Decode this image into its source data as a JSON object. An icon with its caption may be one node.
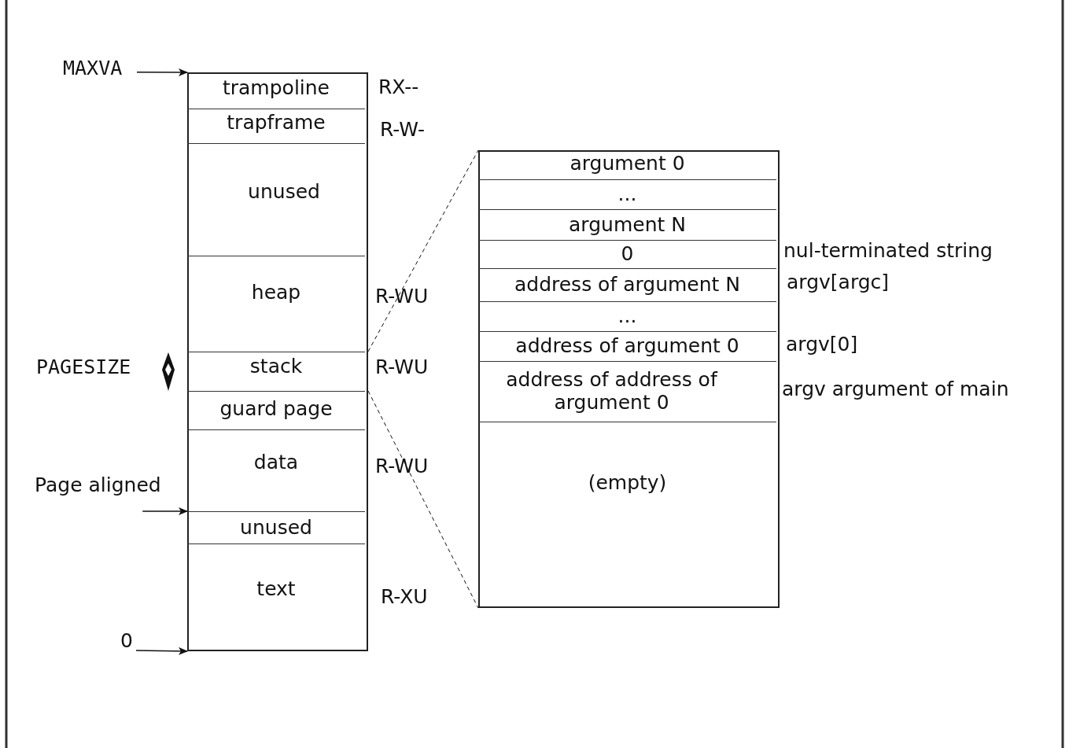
{
  "diagram": {
    "nodes": [
      {
        "text": [
          "MAXVA"
        ]
      },
      {
        "text": [
          "Page aligned"
        ]
      },
      {
        "text": [
          "0"
        ]
      },
      {
        "text": [],
        "shape": "box"
      },
      {
        "text": [
          "trampoline"
        ],
        "in": 3
      },
      {
        "text": [
          "trapframe"
        ],
        "in": 3,
        "beside": [
          "R-W-"
        ]
      },
      {
        "text": [
          "unused"
        ],
        "in": 3
      },
      {
        "text": [
          "heap"
        ],
        "in": 3,
        "beside": [
          "R-WU"
        ]
      },
      {
        "text": [
          "stack"
        ],
        "in": 3,
        "beside": [
          "R-WU"
        ]
      },
      {
        "text": [
          "guard page"
        ],
        "in": 3
      },
      {
        "text": [
          "data"
        ],
        "in": 3,
        "beside": [
          "R-WU"
        ]
      },
      {
        "text": [
          "unused"
        ],
        "in": 3
      },
      {
        "text": [
          "text"
        ],
        "in": 3,
        "beside": [
          "R-XU"
        ]
      },
      {
        "text": [],
        "shape": "box"
      },
      {
        "text": [
          "argument 0"
        ],
        "in": 13
      },
      {
        "text": [
          "..."
        ],
        "in": 13
      },
      {
        "text": [
          "argument N"
        ],
        "in": 13
      },
      {
        "text": [
          "0"
        ],
        "in": 13,
        "beside": [
          "nul-terminated string"
        ]
      },
      {
        "text": [
          "address of argument N"
        ],
        "in": 13,
        "beside": [
          "argv[argc]"
        ]
      },
      {
        "text": [
          "..."
        ],
        "in": 13
      },
      {
        "text": [
          "address of argument 0"
        ],
        "in": 13,
        "beside": [
          "argv[0]"
        ]
      },
      {
        "text": [
          "address of address of argument 0"
        ],
        "in": 13,
        "beside": [
          "argv argument of main"
        ]
      },
      {
        "text": [
          "(empty)"
        ],
        "in": 13
      }
    ],
    "edges": [
      {
        "from": 0,
        "to": 3,
        "arrow": "to"
      },
      {
        "from": 1,
        "to": 3,
        "arrow": "to"
      },
      {
        "from": 2,
        "to": 3,
        "arrow": "to"
      },
      {
        "from": 8,
        "to": 13,
        "arrow": "none",
        "style": "dashed"
      },
      {
        "from": 8,
        "to": 13,
        "arrow": "none",
        "style": "dashed"
      }
    ],
    "labels": [
      "RX--",
      "PAGESIZE"
    ]
  }
}
